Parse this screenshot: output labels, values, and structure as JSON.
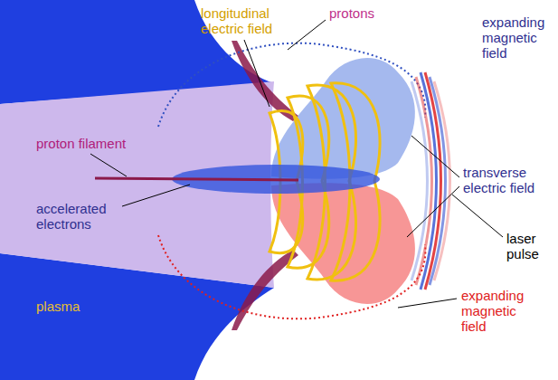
{
  "diagram": {
    "labels": [
      "longitudinal electric field",
      "protons",
      "expanding magnetic field",
      "proton filament",
      "transverse electric field",
      "accelerated electrons",
      "laser pulse",
      "plasma",
      "expanding magnetic field"
    ]
  }
}
